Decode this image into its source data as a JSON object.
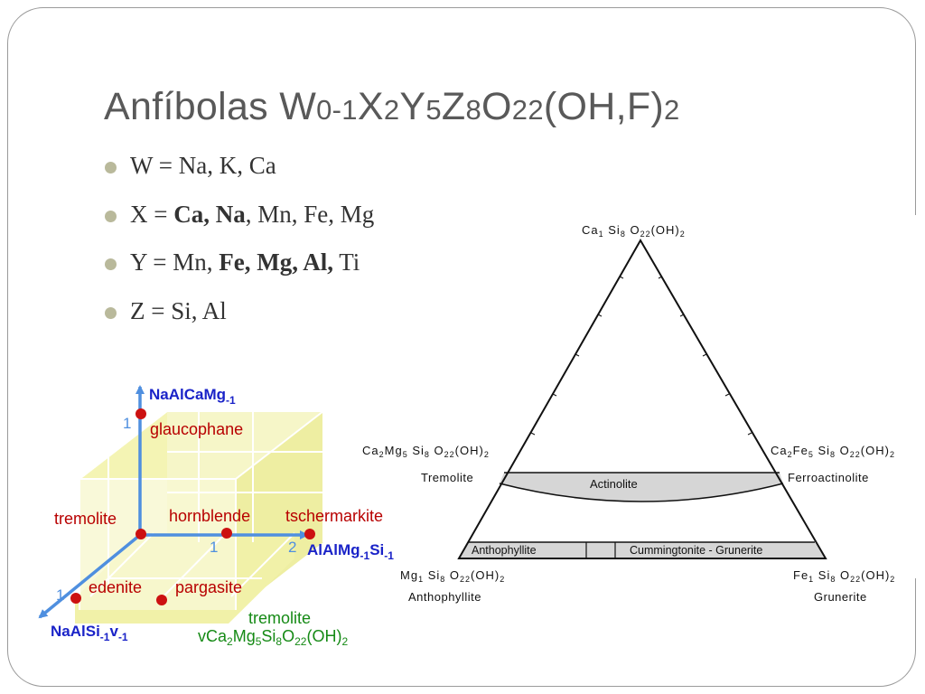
{
  "title": {
    "prefix": "Anfíbolas W",
    "s1": "0-1",
    "p2": "X",
    "s2": "2",
    "p3": "Y",
    "s3": "5",
    "p4": "Z",
    "s4": "8",
    "p5": "O",
    "s5": "22",
    "p6": "(OH,F)",
    "s6": "2"
  },
  "bullets": [
    {
      "lead": "W = ",
      "bold": "",
      "rest": "Na, K, Ca"
    },
    {
      "lead": "X = ",
      "bold": "Ca, Na",
      "rest": ", Mn, Fe, Mg"
    },
    {
      "lead": "Y = Mn, ",
      "bold": "Fe, Mg, Al,",
      "rest": " Ti"
    },
    {
      "lead": "Z = ",
      "bold": "",
      "rest": "Si, Al"
    }
  ],
  "cube": {
    "axis_up": "NaAlCaMg",
    "axis_up_sub": "-1",
    "axis_right": "AlAlMg",
    "axis_right_sub1": "-1",
    "axis_right_mid": "Si",
    "axis_right_sub2": "-1",
    "axis_left": "NaAlSi",
    "axis_left_sub1": "-1",
    "axis_left_mid": "v",
    "axis_left_sub2": "-1",
    "tick_up": "1",
    "tick_right_1": "1",
    "tick_right_2": "2",
    "tick_left": "1",
    "points": {
      "glaucophane": "glaucophane",
      "tremolite": "tremolite",
      "hornblende": "hornblende",
      "tschermarkite": "tschermarkite",
      "edenite": "edenite",
      "pargasite": "pargasite"
    },
    "formula_name": "tremolite",
    "formula": [
      "vCa",
      "2",
      "Mg",
      "5",
      "Si",
      "8",
      "O",
      "22",
      "(OH)",
      "2"
    ],
    "colors": {
      "axis": "#4f8fdf",
      "point": "#cc1111",
      "label_red": "#b80000",
      "label_blue": "#1a23c8",
      "label_green": "#158a15",
      "fill": "#f3f3b0"
    }
  },
  "triangle": {
    "top": {
      "p": [
        "Ca",
        "1",
        " Si",
        "8",
        " O",
        "22",
        "(OH)",
        "2"
      ]
    },
    "left_mid": {
      "p": [
        "Ca",
        "2",
        "Mg",
        "5",
        " Si",
        "8",
        " O",
        "22",
        "(OH)",
        "2"
      ],
      "name": "Tremolite"
    },
    "right_mid": {
      "p": [
        "Ca",
        "2",
        "Fe",
        "5",
        " Si",
        "8",
        " O",
        "22",
        "(OH)",
        "2"
      ],
      "name": "Ferroactinolite"
    },
    "bottom_left": {
      "p": [
        "Mg",
        "1",
        " Si",
        "8",
        " O",
        "22",
        "(OH)",
        "2"
      ],
      "name": "Anthophyllite"
    },
    "bottom_right": {
      "p": [
        "Fe",
        "1",
        " Si",
        "8",
        " O",
        "22",
        "(OH)",
        "2"
      ],
      "name": "Grunerite"
    },
    "band_upper": "Actinolite",
    "band_lower_left": "Anthophyllite",
    "band_lower_right": "Cummingtonite - Grunerite"
  }
}
